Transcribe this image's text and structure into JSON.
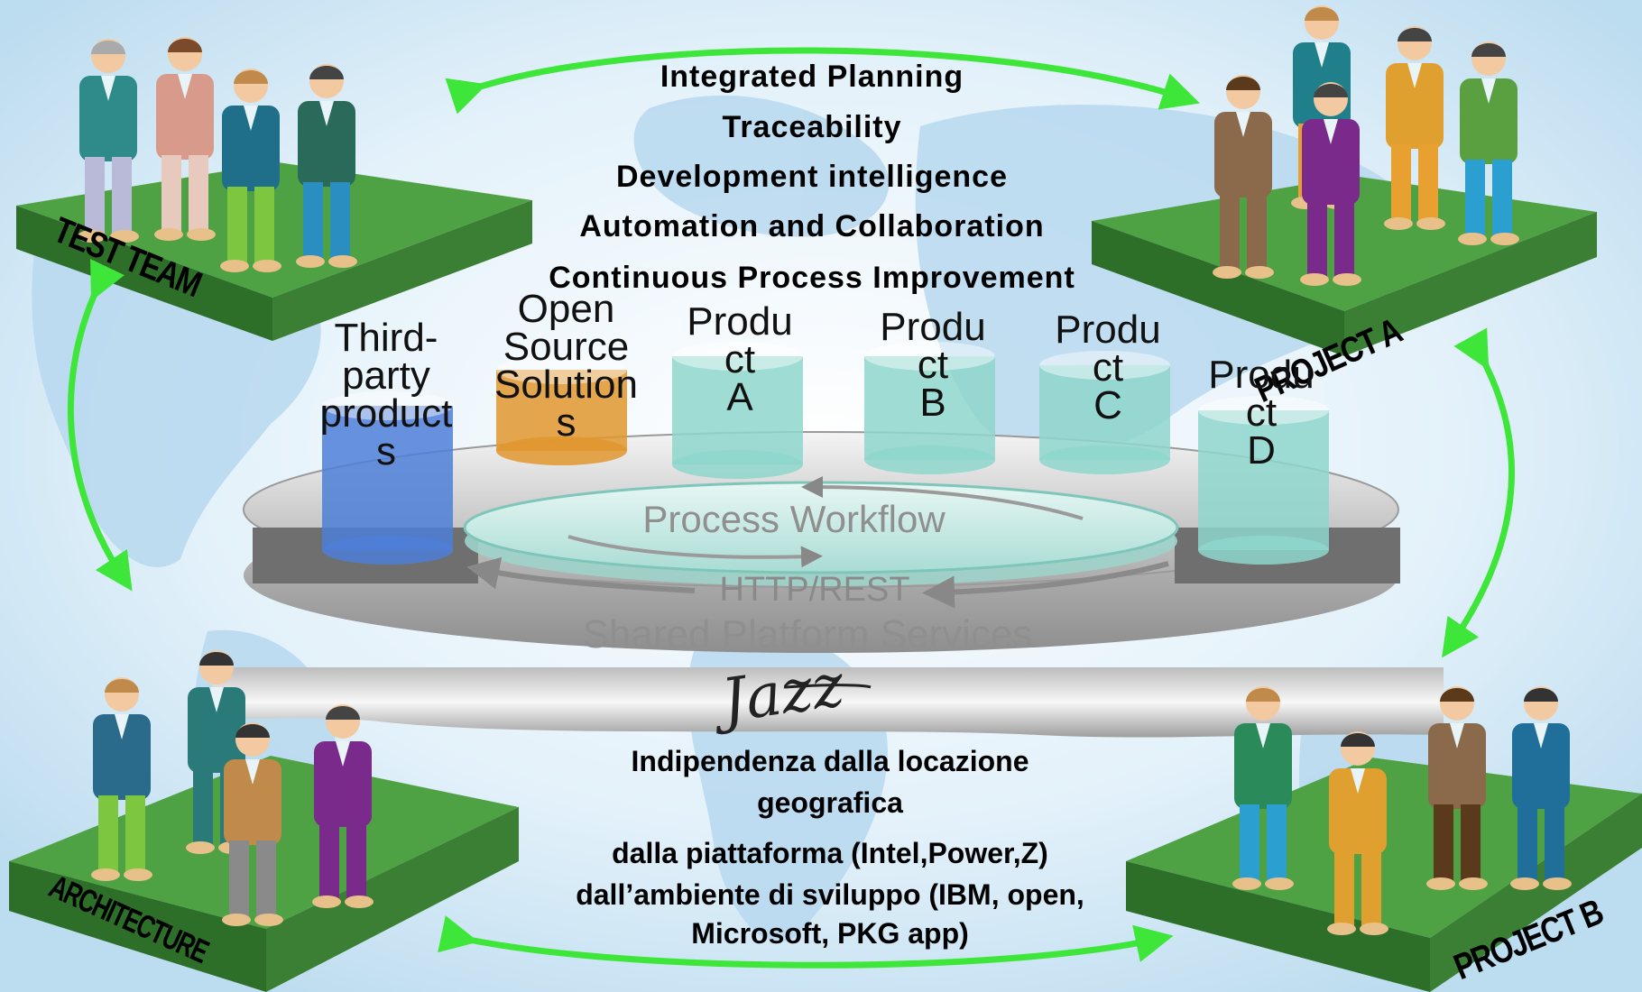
{
  "headings": [
    "Integrated Planning",
    "Traceability",
    "Development intelligence",
    "Automation and Collaboration",
    "Continuous Process Improvement"
  ],
  "products": [
    {
      "label": "Third-\nparty\nproduct\ns",
      "color": "#4f7fd8"
    },
    {
      "label": "Open\nSource\nSolution\ns",
      "color": "#e0972e"
    },
    {
      "label": "Produ\nct\nA",
      "color": "#8ed6cc"
    },
    {
      "label": "Produ\nct\nB",
      "color": "#8ed6cc"
    },
    {
      "label": "Produ\nct\nC",
      "color": "#8ed6cc"
    },
    {
      "label": "Produ\nct\nD",
      "color": "#8ed6cc"
    }
  ],
  "platform": {
    "process_workflow": "Process Workflow",
    "http_rest": "HTTP/REST",
    "shared_services": "Shared Platform Services",
    "logo": "Jazz"
  },
  "teams": {
    "test_team": "TEST TEAM",
    "project_a": "PROJECT A",
    "architecture": "ARCHITECTURE",
    "project_b": "PROJECT B"
  },
  "bottom_text": {
    "line1": "Indipendenza dalla locazione",
    "line2": "geografica",
    "line3": "dalla piattaforma (Intel,Power,Z)",
    "line4": "dall’ambiente di sviluppo (IBM, open,",
    "line5": "Microsoft, PKG app)"
  },
  "colors": {
    "arrow": "#3ee63a",
    "platform_green": "#3f8f3a",
    "platform_top": "#4fa244"
  }
}
